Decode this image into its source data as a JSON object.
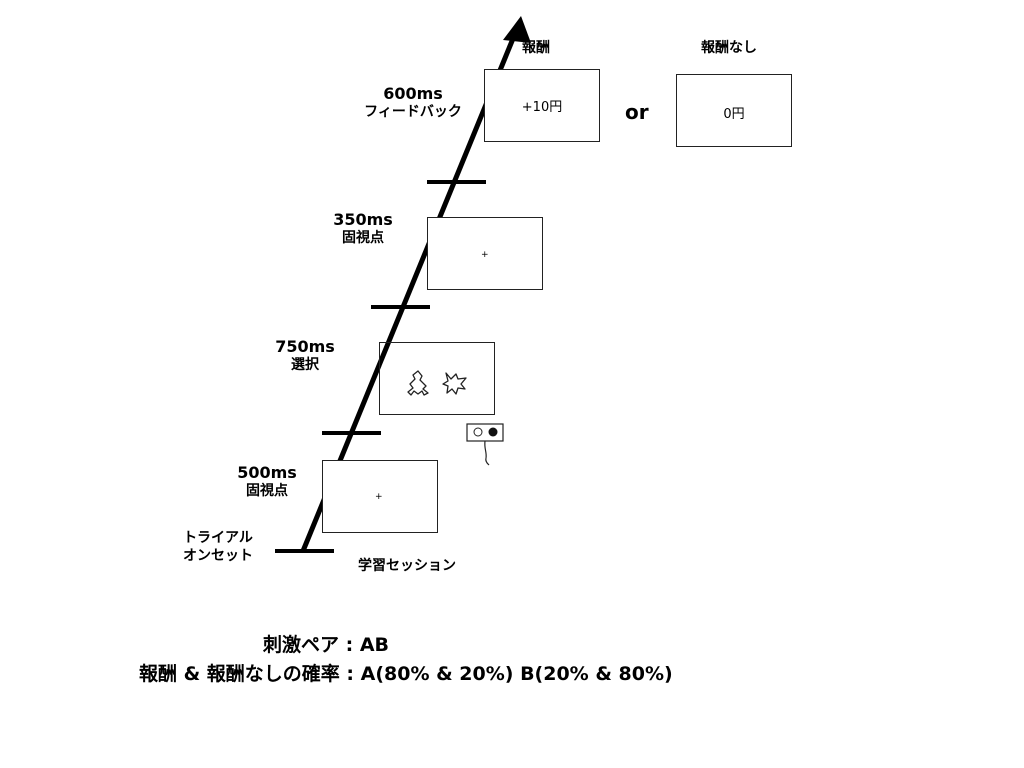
{
  "timeline": {
    "onset_label": [
      "トライアル",
      "オンセット"
    ],
    "session_label": "学習セッション"
  },
  "phases": {
    "fix1": {
      "duration": "500ms",
      "name": "固視点",
      "symbol": "+"
    },
    "choice": {
      "duration": "750ms",
      "name": "選択"
    },
    "fix2": {
      "duration": "350ms",
      "name": "固視点",
      "symbol": "+"
    },
    "feedback": {
      "duration": "600ms",
      "name": "フィードバック"
    }
  },
  "outcomes": {
    "reward_label": "報酬",
    "reward_text": "+10円",
    "or": "or",
    "no_reward_label": "報酬なし",
    "no_reward_text": "0円"
  },
  "footer": {
    "pair": "刺激ペア : AB",
    "probability": "報酬 & 報酬なしの確率 : A(80% & 20%) B(20% & 80%)"
  }
}
